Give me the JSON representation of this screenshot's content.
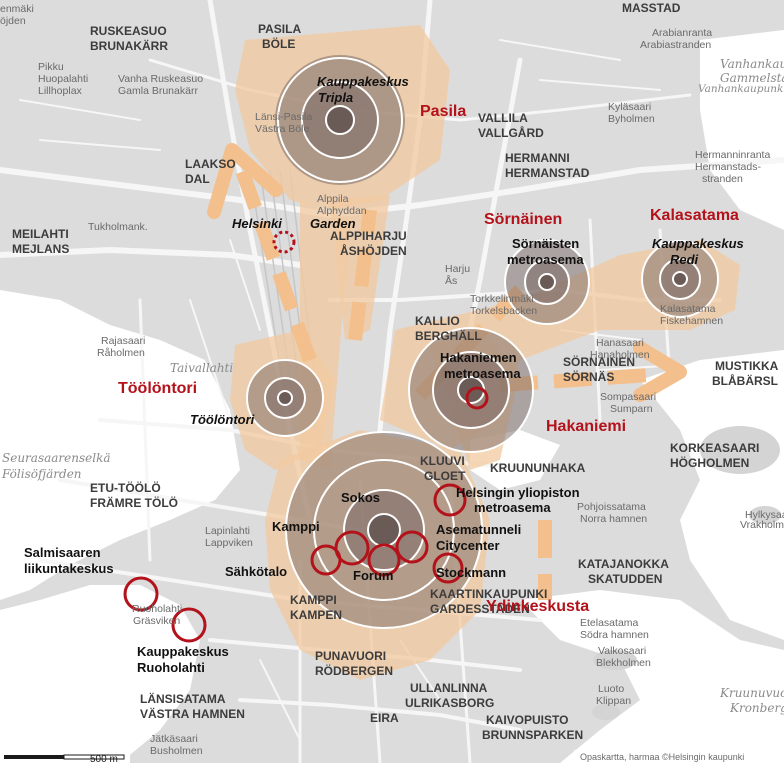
{
  "hub_labels": {
    "pasila": "Pasila",
    "sornainen": "Sörnäinen",
    "kalasatama": "Kalasatama",
    "toolontori": "Töölöntori",
    "hakaniemi": "Hakaniemi",
    "ydinkeskusta": "Ydinkeskusta"
  },
  "place_labels": {
    "kauppakeskus_tripla_1": "Kauppakeskus",
    "kauppakeskus_tripla_2": "Tripla",
    "helsinki_garden_1": "Helsinki",
    "helsinki_garden_2": "Garden",
    "sornaisten_1": "Sörnäisten",
    "sornaisten_2": "metroasema",
    "redi_1": "Kauppakeskus",
    "redi_2": "Redi",
    "hakaniemen_1": "Hakaniemen",
    "hakaniemen_2": "metroasema",
    "toolontori_small": "Töölöntori",
    "yliopisto_1": "Helsingin yliopiston",
    "yliopisto_2": "metroasema",
    "sokos": "Sokos",
    "kamppi": "Kamppi",
    "asematunneli": "Asematunneli",
    "citycenter": "Citycenter",
    "forum": "Forum",
    "stockmann": "Stockmann",
    "sahkotalo": "Sähkötalo",
    "salmisaari_1": "Salmisaaren",
    "salmisaari_2": "liikuntakeskus",
    "ruoholahti_1": "Kauppakeskus",
    "ruoholahti_2": "Ruoholahti"
  },
  "district_labels": [
    "RUSKEASUO",
    "BRUNAKÄRR",
    "PASILA",
    "BÖLE",
    "VALLILA",
    "VALLGÅRD",
    "HERMANNI",
    "HERMANSTAD",
    "LAAKSO",
    "DAL",
    "ALPPIHARJU",
    "ÅSHÖJDEN",
    "MEILAHTI",
    "MEJLANS",
    "KALLIO",
    "BERGHÄLL",
    "MUSTIKKA",
    "BLÅBÄRSL",
    "ETU-TÖÖLÖ",
    "FRÄMRE TÖLÖ",
    "KLUUVI",
    "GLOET",
    "KRUUNUNHAKA",
    "KORKEASAARI",
    "HÖGHOLMEN",
    "KATAJANOKKA",
    "SKATUDDEN",
    "KAMPPI",
    "KAMPEN",
    "KAARTINKAUPUNKI",
    "GARDESSTADEN",
    "PUNAVUORI",
    "RÖDBERGEN",
    "ULLANLINNA",
    "ULRIKASBORG",
    "EIRA",
    "KAIVOPUISTO",
    "BRUNNSPARKEN",
    "LÄNSISATAMA",
    "VÄSTRA HAMNEN",
    "MASSTAD",
    "SÖRNAINEN",
    "SÖRNÄS"
  ],
  "minor_labels": [
    "enmäki",
    "öjden",
    "Pikku",
    "Huopalahti",
    "Lillhoplax",
    "Vanha Ruskeasuo",
    "Gamla Brunakärr",
    "Länsi-Pasila",
    "Västra Böle",
    "Kyläsaari",
    "Byholmen",
    "Arabianranta",
    "Arabiastranden",
    "Hermanninranta",
    "Hermanstads-",
    "stranden",
    "Alppila",
    "Alphyddan",
    "Harju",
    "Ås",
    "Torkkelinmäki",
    "Torkelsbacken",
    "Vanhankaupunki",
    "Rajasaari",
    "Råholmen",
    "Hanasaari",
    "Hanaholmen",
    "Sompasaari",
    "Sumparn",
    "Kalasatama",
    "Fiskehamnen",
    "Pohjoissatama",
    "Norra hamnen",
    "Ruoholahti",
    "Gräsviken",
    "Etelasatama",
    "Södra hamnen",
    "Valkosaari",
    "Blekholmen",
    "Luoto",
    "Klippan",
    "Jätkäsaari",
    "Busholmen",
    "Lapinlahti",
    "Lappviken",
    "Hylkysaari",
    "Vrakholmen",
    "Tukholmank."
  ],
  "water_labels": [
    "Taivallahti",
    "Seurasaarenselkä",
    "Fölisöfjärden",
    "Kruunuvuorenselkä",
    "Kronberg",
    "Vanhankaupunginlahti",
    "Gammelstadsviken"
  ],
  "scale_label": "500 m",
  "attribution": "Opaskartta, harmaa ©Helsingin kaupunki",
  "colors": {
    "corridor": "#f2c9a0",
    "hub_ring": "#ffffff",
    "hub_fill": "#7a6a66",
    "hub_text": "#b4121b",
    "poi_circle": "#b4121b",
    "map_bg": "#d9d9d9",
    "road": "#f5f5f5",
    "water": "#ffffff"
  },
  "hubs": [
    {
      "id": "pasila",
      "rings": 3
    },
    {
      "id": "sornainen",
      "rings": 2
    },
    {
      "id": "kalasatama",
      "rings": 2
    },
    {
      "id": "toolontori",
      "rings": 2
    },
    {
      "id": "hakaniemi",
      "rings": 3
    },
    {
      "id": "ydinkeskusta",
      "rings": 4
    }
  ]
}
